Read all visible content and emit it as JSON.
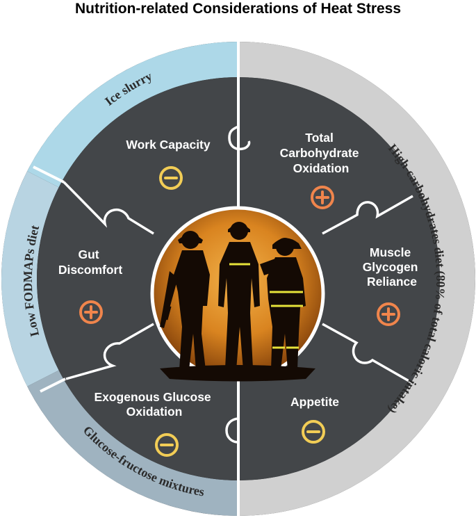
{
  "title": "Nutrition-related Considerations of Heat Stress",
  "colors": {
    "panel": "#434649",
    "outer_ring": "#2a2a2a",
    "divider": "#ffffff",
    "ring_ice": "#add8e8",
    "ring_fodmap": "#b8d4e2",
    "ring_glucose": "#9fb3c0",
    "ring_carb": "#d0d0d0",
    "plus": "#f0854c",
    "minus": "#f2cd56"
  },
  "outer_ring": [
    {
      "label": "Ice slurry",
      "color": "#add8e8"
    },
    {
      "label": "Low FODMAPs diet",
      "color": "#b8d4e2"
    },
    {
      "label": "Glucose-fructose mixtures",
      "color": "#9fb3c0"
    },
    {
      "label": "High-carbohydrates diet (80% of total caloric intake)",
      "color": "#d0d0d0"
    }
  ],
  "segments": [
    {
      "lines": [
        "Work Capacity"
      ],
      "effect": "minus",
      "effect_icon": "minus-circle-icon"
    },
    {
      "lines": [
        "Total",
        "Carbohydrate",
        "Oxidation"
      ],
      "effect": "plus",
      "effect_icon": "plus-circle-icon"
    },
    {
      "lines": [
        "Muscle",
        "Glycogen",
        "Reliance"
      ],
      "effect": "plus",
      "effect_icon": "plus-circle-icon"
    },
    {
      "lines": [
        "Appetite"
      ],
      "effect": "minus",
      "effect_icon": "minus-circle-icon"
    },
    {
      "lines": [
        "Exogenous Glucose",
        "Oxidation"
      ],
      "effect": "minus",
      "effect_icon": "minus-circle-icon"
    },
    {
      "lines": [
        "Gut",
        "Discomfort"
      ],
      "effect": "plus",
      "effect_icon": "plus-circle-icon"
    }
  ],
  "center_image": "silhouettes-of-soldier-worker-firefighter"
}
